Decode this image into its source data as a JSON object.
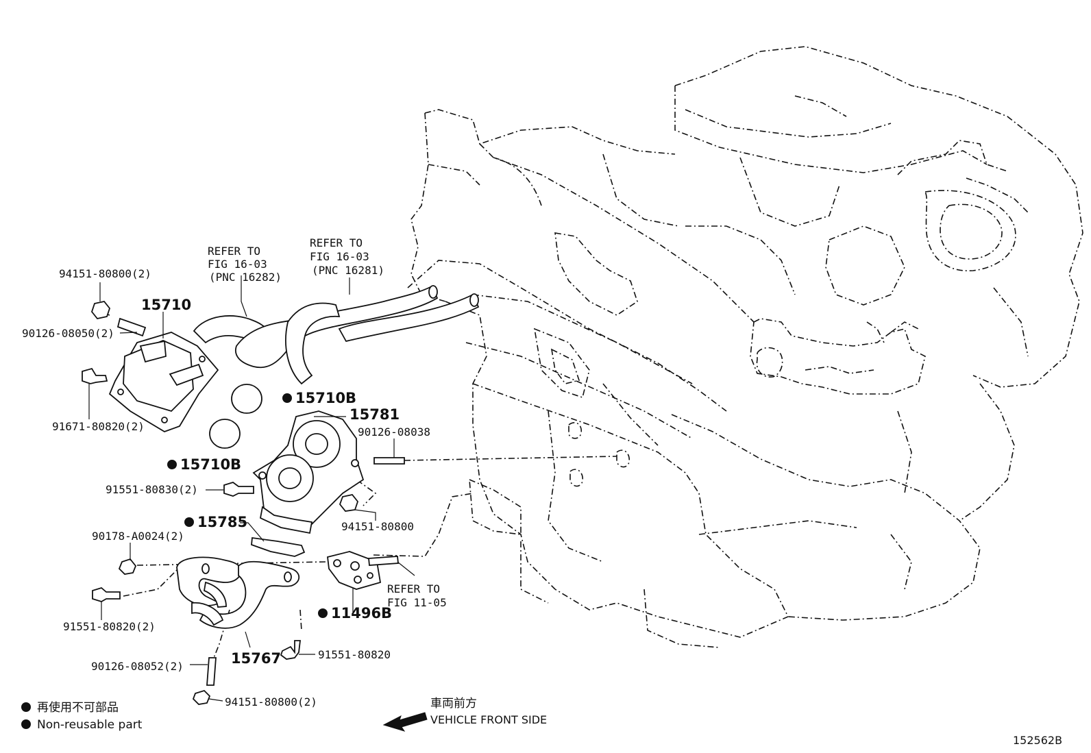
{
  "labels": {
    "refer_16282": [
      "REFER TO",
      "FIG 16-03",
      "(PNC 16282)"
    ],
    "refer_16281": [
      "REFER TO",
      "FIG 16-03",
      "(PNC 16281)"
    ],
    "refer_1105": [
      "REFER TO",
      "FIG 11-05"
    ],
    "p94151_80800_2_top": "94151-80800(2)",
    "p15710": "15710",
    "p90126_08050_2": "90126-08050(2)",
    "p91671_80820_2": "91671-80820(2)",
    "p15710B_upper": "15710B",
    "p15710B_lower": "15710B",
    "p15781": "15781",
    "p90126_08038": "90126-08038",
    "p91551_80830_2": "91551-80830(2)",
    "p94151_80800_mid": "94151-80800",
    "p15785": "15785",
    "p90178_A0024_2": "90178-A0024(2)",
    "p91551_80820_2": "91551-80820(2)",
    "p11496B": "11496B",
    "p15767": "15767",
    "p91551_80820": "91551-80820",
    "p90126_08052_2": "90126-08052(2)",
    "p94151_80800_2_bottom": "94151-80800(2)"
  },
  "legend": {
    "jp": "再使用不可部品",
    "en": "Non-reusable part"
  },
  "direction": {
    "jp": "車両前方",
    "en": "VEHICLE FRONT SIDE"
  },
  "figure_id": "152562B"
}
